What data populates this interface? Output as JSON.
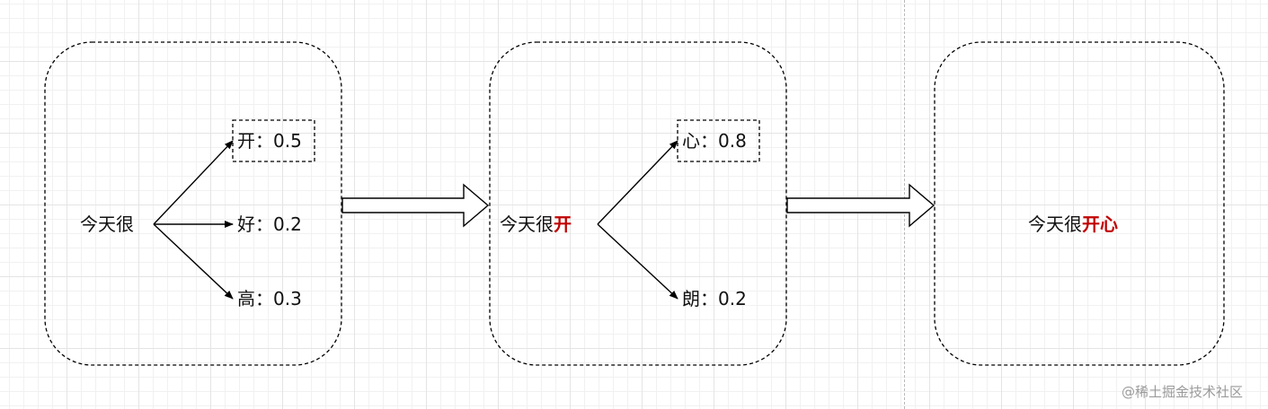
{
  "stage1": {
    "context": "今天很",
    "candidates": [
      {
        "char": "开",
        "sep": "：",
        "prob": "0.5",
        "selected": true
      },
      {
        "char": "好",
        "sep": "：",
        "prob": "0.2",
        "selected": false
      },
      {
        "char": "高",
        "sep": "：",
        "prob": "0.3",
        "selected": false
      }
    ]
  },
  "stage2": {
    "context": "今天很",
    "context_highlight": "开",
    "candidates": [
      {
        "char": "心",
        "sep": "：",
        "prob": "0.8",
        "selected": true
      },
      {
        "char": "朗",
        "sep": "：",
        "prob": "0.2",
        "selected": false
      }
    ]
  },
  "stage3": {
    "context": "今天很",
    "context_highlight": "开心"
  },
  "colors": {
    "highlight": "#c00000",
    "stroke": "#000000"
  },
  "watermark": "@稀土掘金技术社区"
}
